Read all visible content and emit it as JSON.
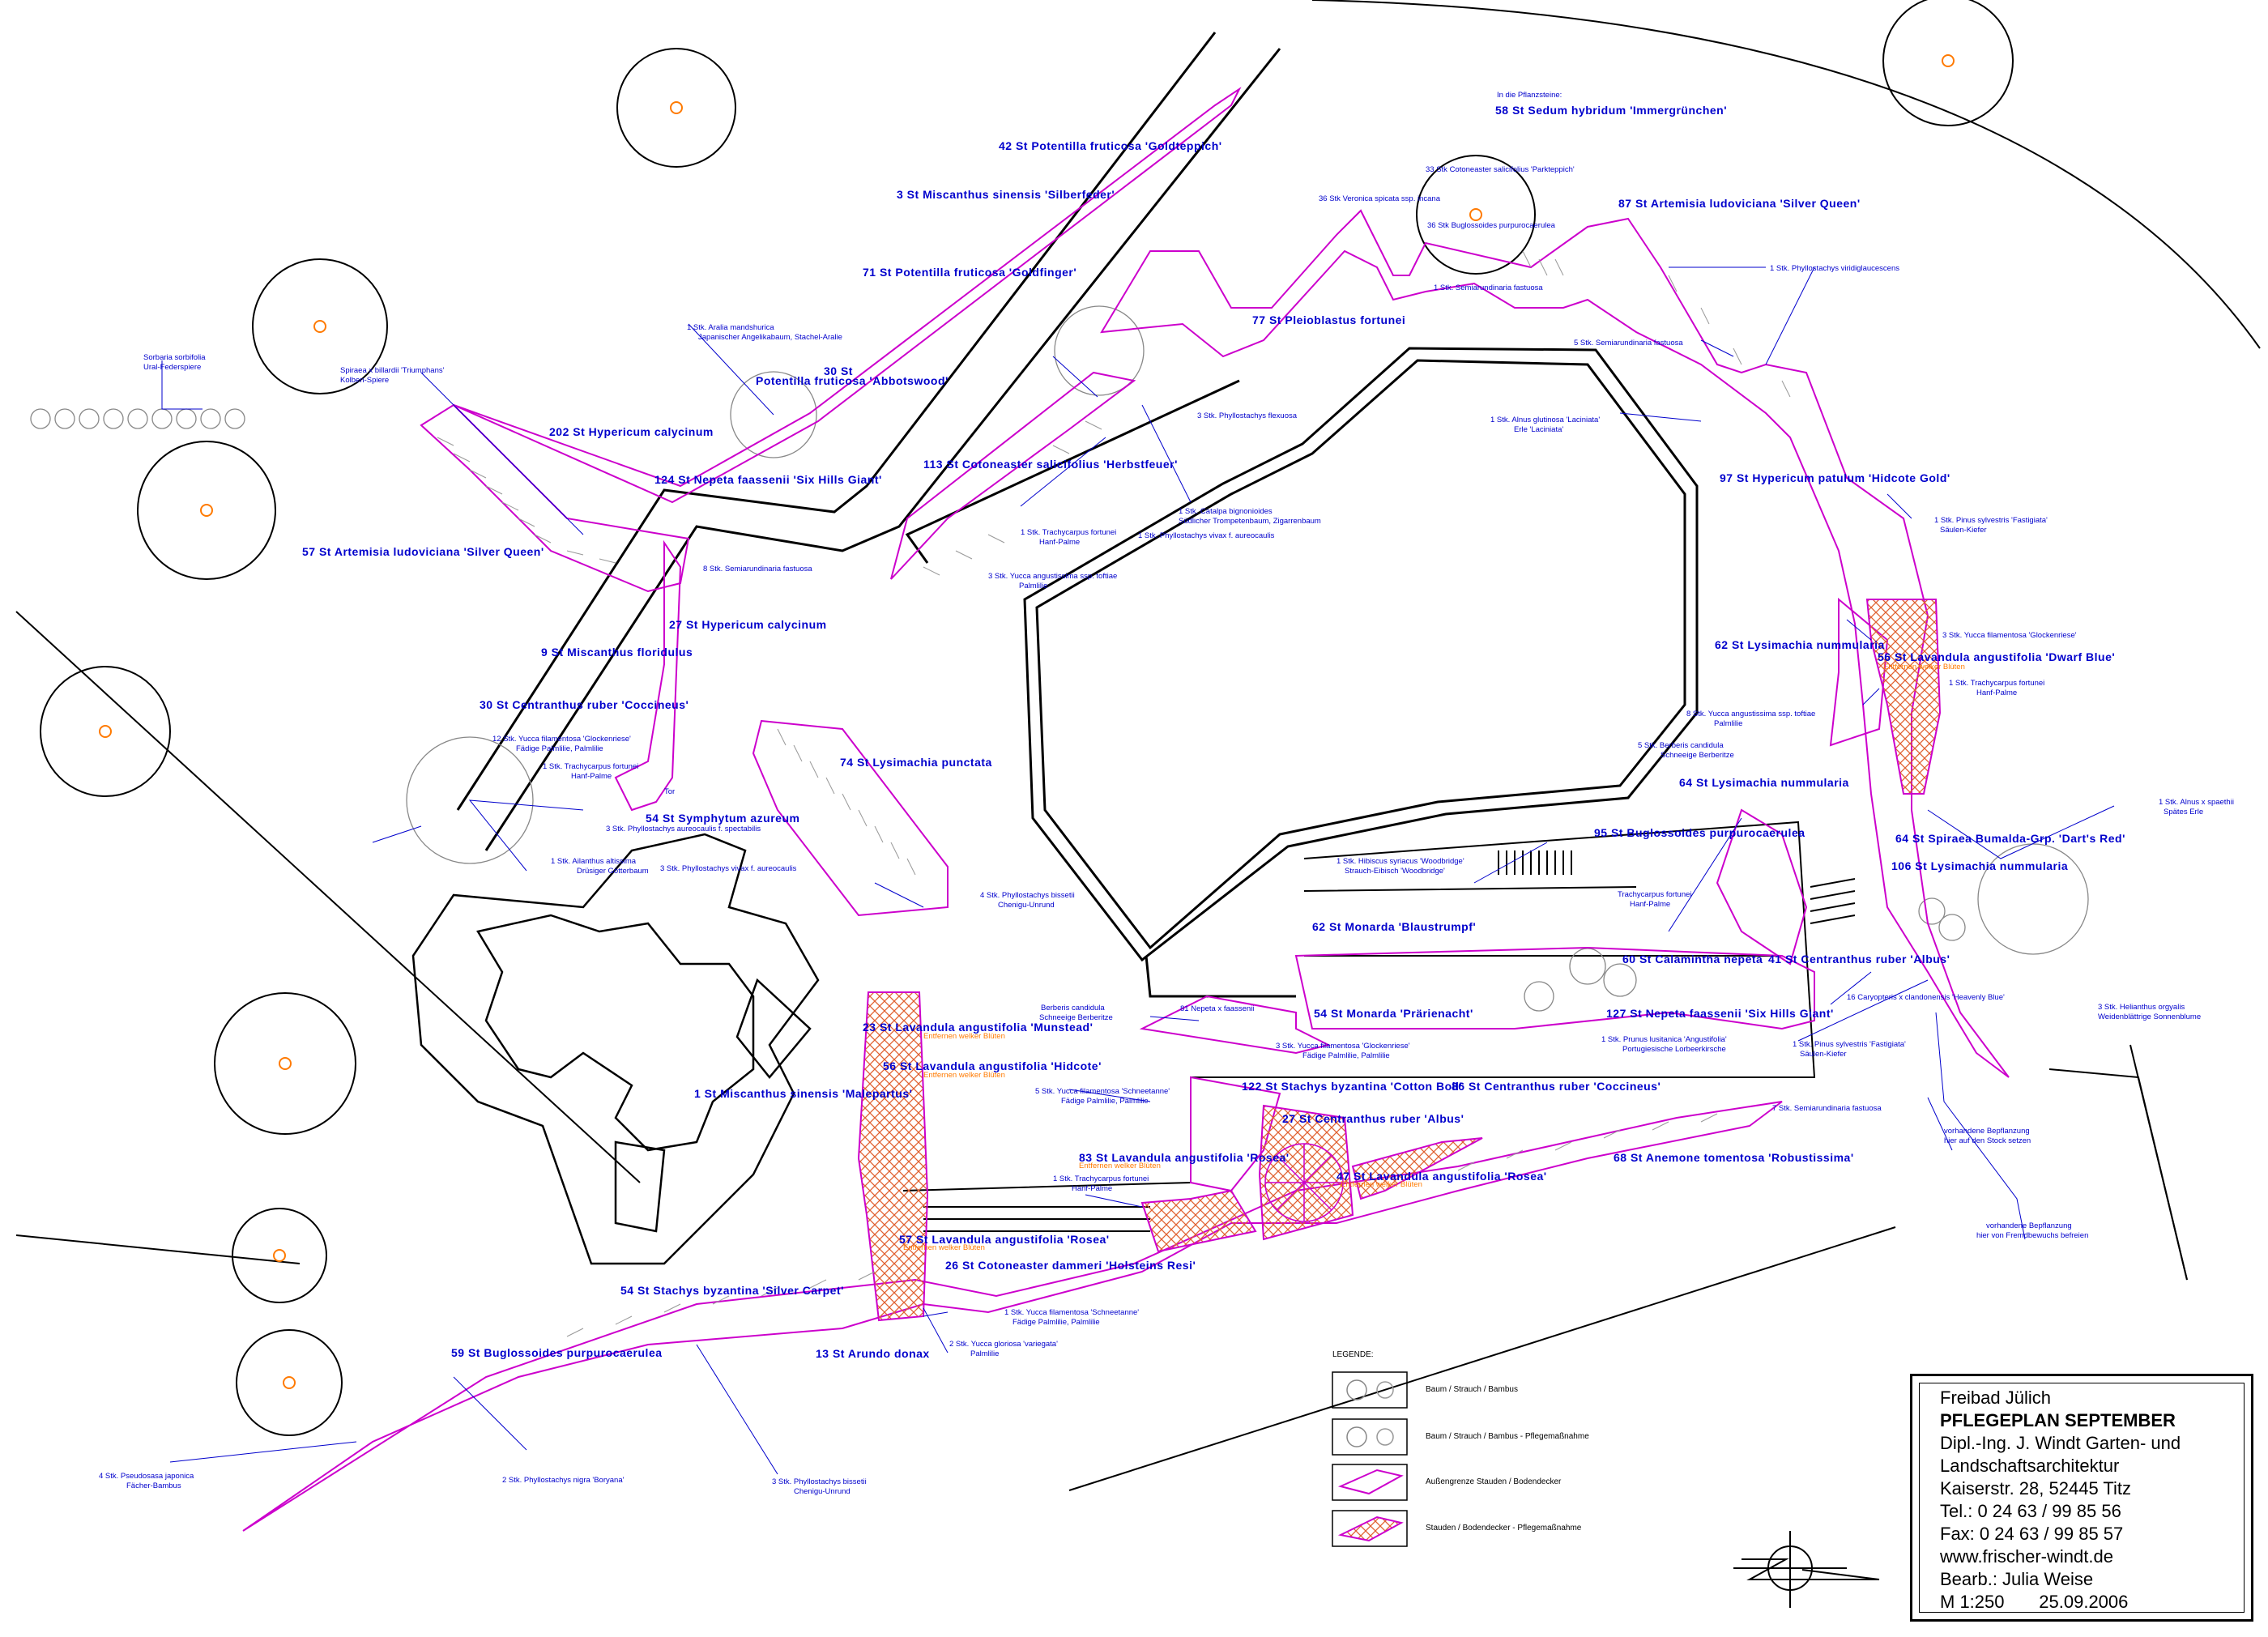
{
  "title_block": {
    "project": "Freibad Jülich",
    "plan_title": "PFLEGEPLAN SEPTEMBER",
    "office_line1": "Dipl.-Ing. J. Windt Garten- und",
    "office_line2": "Landschaftsarchitektur",
    "address": "Kaiserstr. 28, 52445 Titz",
    "tel": "Tel.: 0 24 63 / 99 85 56",
    "fax": "Fax: 0 24 63 / 99 85 57",
    "web": "www.frischer-windt.de",
    "editor": "Bearb.: Julia Weise",
    "scale_date": "M 1:250       25.09.2006"
  },
  "legend": {
    "title": "LEGENDE:",
    "items": [
      "Baum / Strauch / Bambus",
      "Baum / Strauch / Bambus - Pflegemaßnahme",
      "Außengrenze Stauden / Bodendecker",
      "Stauden / Bodendecker - Pflegemaßnahme"
    ]
  },
  "colors": {
    "magenta": "#cc00cc",
    "blue": "#0000cc",
    "orange": "#ff7a00",
    "hatch": "#e06030"
  },
  "bed_labels": [
    "42 St  Potentilla fruticosa 'Goldteppich'",
    "3  St  Miscanthus sinensis 'Silberfeder'",
    "71  St  Potentilla fruticosa 'Goldfinger'",
    "30  St",
    "Potentilla fruticosa 'Abbotswood'",
    "202  St  Hypericum calycinum",
    "124  St  Nepeta faassenii 'Six Hills Giant'",
    "57  St  Artemisia ludoviciana 'Silver Queen'",
    "113  St  Cotoneaster salicifolius 'Herbstfeuer'",
    "77  St  Pleioblastus fortunei",
    "58  St  Sedum hybridum 'Immergrünchen'",
    "87  St  Artemisia ludoviciana 'Silver Queen'",
    "97  St  Hypericum patulum 'Hidcote Gold'",
    "27  St  Hypericum calycinum",
    "9  St  Miscanthus floridulus",
    "30  St  Centranthus ruber 'Coccineus'",
    "74  St  Lysimachia punctata",
    "54  St  Symphytum azureum",
    "62  St  Lysimachia nummularia",
    "56  St  Lavandula angustifolia 'Dwarf Blue'",
    "64  St  Lysimachia nummularia",
    "95  St  Buglossoides purpurocaerulea",
    "64  St  Spiraea Bumalda-Grp. 'Dart's Red'",
    "106  St  Lysimachia nummularia",
    "62  St  Monarda 'Blaustrumpf'",
    "60  St  Calamintha nepeta",
    "41  St  Centranthus ruber 'Albus'",
    "54  St  Monarda 'Prärienacht'",
    "127  St  Nepeta faassenii 'Six Hills Giant'",
    "23  St  Lavandula angustifolia 'Munstead'",
    "56  St  Lavandula angustifolia 'Hidcote'",
    "1  St  Miscanthus sinensis 'Malepartus'",
    "122  St  Stachys byzantina 'Cotton Boll'",
    "86  St  Centranthus ruber 'Coccineus'",
    "27  St  Centranthus ruber 'Albus'",
    "83  St  Lavandula angustifolia 'Rosea'",
    "68  St  Anemone tomentosa 'Robustissima'",
    "47  St  Lavandula angustifolia 'Rosea'",
    "57  St  Lavandula angustifolia 'Rosea'",
    "26  St  Cotoneaster dammeri 'Holsteins Resi'",
    "54  St  Stachys byzantina 'Silver Carpet'",
    "59  St  Buglossoides purpurocaerulea",
    "13  St  Arundo donax"
  ],
  "plant_notes": [
    "Sorbaria sorbifolia",
    "Ural-Federspiere",
    "Spiraea x billardii 'Triumphans'",
    "Kolben-Spiere",
    "1 Stk.  Aralia mandshurica",
    "Japanischer Angelikabaum, Stachel-Aralie",
    "8 Stk.  Semiarundinaria fastuosa",
    "3 Stk.  Phyllostachys flexuosa",
    "1 Stk.  Trachycarpus fortunei",
    "Hanf-Palme",
    "3 Stk.  Yucca angustissima ssp. toftiae",
    "Palmlilie",
    "1 Stk.  Catalpa bignonioides",
    "Südlicher Trompetenbaum, Zigarrenbaum",
    "1 Stk.  Phyllostachys vivax f. aureocaulis",
    "In die Pflanzsteine:",
    "33 Stk Cotoneaster salicifolius 'Parkteppich'",
    "36 Stk Veronica spicata ssp. incana",
    "36 Stk Buglossoides purpurocaerulea",
    "1 Stk.  Semiarundinaria fastuosa",
    "1 Stk.  Phyllostachys viridiglaucescens",
    "5 Stk.  Semiarundinaria fastuosa",
    "1 Stk.  Alnus glutinosa 'Laciniata'",
    "Erle 'Laciniata'",
    "1 Stk.  Pinus sylvestris 'Fastigiata'",
    "Säulen-Kiefer",
    "3 Stk.  Yucca filamentosa 'Glockenriese'",
    "Entfernen welker Blüten",
    "1 Stk.  Trachycarpus fortunei",
    "Hanf-Palme",
    "8 Stk.  Yucca angustissima ssp. toftiae",
    "Palmlilie",
    "5 Stk.  Berberis candidula",
    "Schneeige Berberitze",
    "12 Stk.  Yucca filamentosa 'Glockenriese'",
    "Fädige Palmlilie, Palmlilie",
    "1 Stk.  Trachycarpus fortunei",
    "Hanf-Palme",
    "Tor",
    "3 Stk.  Phyllostachys aureocaulis f. spectabilis",
    "1 Stk.  Ailanthus altissima",
    "Drüsiger Götterbaum",
    "3 Stk.  Phyllostachys vivax f. aureocaulis",
    "4 Stk.  Phyllostachys bissetii",
    "Chenigu-Unrund",
    "1 Stk.  Hibiscus syriacus 'Woodbridge'",
    "Strauch-Eibisch 'Woodbridge'",
    "Trachycarpus fortunei",
    "Hanf-Palme",
    "1 Stk.  Alnus x spaethii",
    "Spätes Erle",
    "Berberis candidula",
    "Schneeige Berberitze",
    "81 Nepeta x faassenii",
    "3 Stk.  Yucca filamentosa 'Glockenriese'",
    "Fädige Palmlilie, Palmlilie",
    "1 Stk.  Prunus lusitanica 'Angustifolia'",
    "Portugiesische Lorbeerkirsche",
    "1 Stk.  Pinus sylvestris 'Fastigiata'",
    "Säulen-Kiefer",
    "16 Caryopteris x clandonensis 'Heavenly Blue'",
    "3 Stk.  Helianthus orgyalis",
    "Weidenblättrige Sonnenblume",
    "Entfernen welker Blüten",
    "Entfernen welker Blüten",
    "5 Stk.  Yucca filamentosa 'Schneetanne'",
    "Fädige Palmlilie, Palmlilie",
    "7 Stk.  Semiarundinaria fastuosa",
    "vorhandene Bepflanzung",
    "hier auf den Stock setzen",
    "Entfernen welker Blüten",
    "1 Stk.  Trachycarpus fortunei",
    "Hanf-Palme",
    "Entfernen welker Blüten",
    "Entfernen welker Blüten",
    "vorhandene Bepflanzung",
    "hier von Fremdbewuchs befreien",
    "1 Stk.  Yucca filamentosa 'Schneetanne'",
    "Fädige Palmlilie, Palmlilie",
    "2 Stk.  Yucca gloriosa 'variegata'",
    "Palmlilie",
    "4 Stk.  Pseudosasa japonica",
    "Fächer-Bambus",
    "2 Stk.  Phyllostachys nigra 'Boryana'",
    "3 Stk.  Phyllostachys bissetii",
    "Chenigu-Unrund"
  ]
}
